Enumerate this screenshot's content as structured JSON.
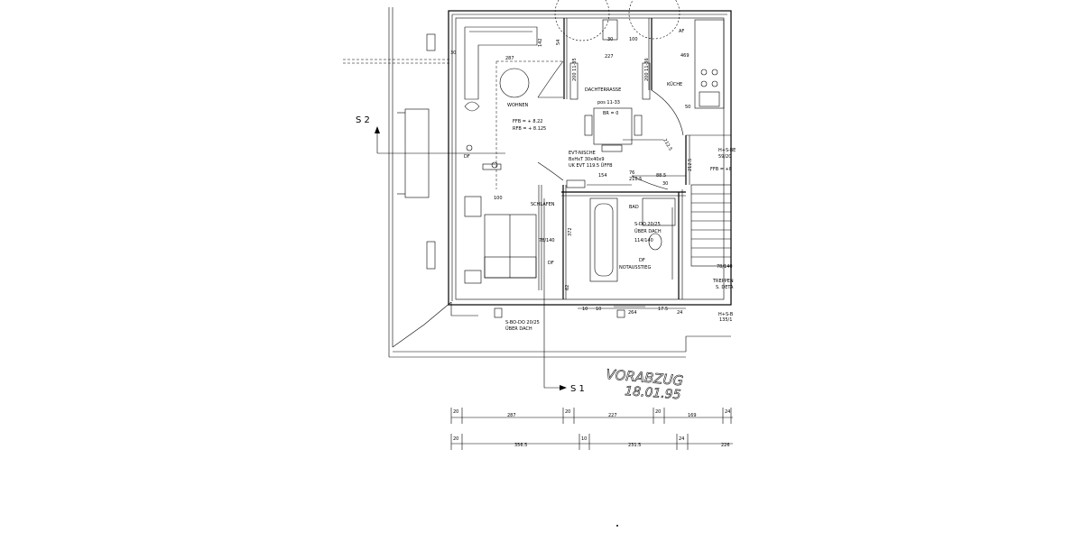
{
  "rooms": {
    "wohnen": "WOHNEN",
    "dachterrasse": "DACHTERRASSE",
    "kueche": "KÜCHE",
    "schlafen": "SCHLAFEN",
    "bad": "BAD",
    "evt_nische": "EVT-NISCHE",
    "treppen": "TREPPEN",
    "notausstieg": "NOTAUSSTIEG"
  },
  "notes": {
    "ffb": "FFB = + 8.22",
    "rfb": "RFB = + 8.125",
    "evt_size": "BxHxT 30x40x9",
    "uk_evt": "UK EVT 119.5 ÜFFB",
    "pos": "pos 11-33",
    "br": "BR = 0",
    "s_bo": "S-BO-DO 20/25",
    "ueber_dach_1": "ÜBER DACH",
    "s_do": "S-DO 20/25",
    "ueber_dach_2": "ÜBER DACH",
    "window_a": "114/140",
    "window_b": "78/140",
    "window_c": "78/140",
    "window_d": "59/20",
    "window_e": "135/1",
    "hs_b": "H+S-B",
    "hs_b2": "H+S-BE",
    "ffb_right": "FFB = +8",
    "df_1": "DF",
    "df_2": "DF",
    "df_3": "DF",
    "af": "AF",
    "s_deta": "S. DETA",
    "pos_a": "200 11-35",
    "pos_b": "200 11-36",
    "dim_142": "142",
    "dim_54": "54",
    "dim_30a": "30",
    "dim_100": "100",
    "dim_227": "227",
    "dim_469": "469",
    "dim_287": "287",
    "dim_30": "30",
    "dim_154": "154",
    "dim_76": "76",
    "dim_2105": "210.5",
    "dim_885": "88.5",
    "dim_100b": "100",
    "dim_372": "372",
    "dim_10a": "10",
    "dim_10b": "10",
    "dim_264": "264",
    "dim_175": "17.5",
    "dim_24": "24",
    "dim_30c": "30",
    "dim_2125": "212.5",
    "dim_2125b": "212.5",
    "dim_50": "50",
    "dim_62": "62"
  },
  "sections": {
    "s1": "S 1",
    "s2": "S 2"
  },
  "handwriting": {
    "line1": "VORABZUG",
    "line2": "18.01.95"
  },
  "dim_row1": [
    "20",
    "287",
    "20",
    "227",
    "20",
    "169",
    "24"
  ],
  "dim_row2": [
    "20",
    "356.5",
    "10",
    "231.5",
    "24",
    "226"
  ]
}
